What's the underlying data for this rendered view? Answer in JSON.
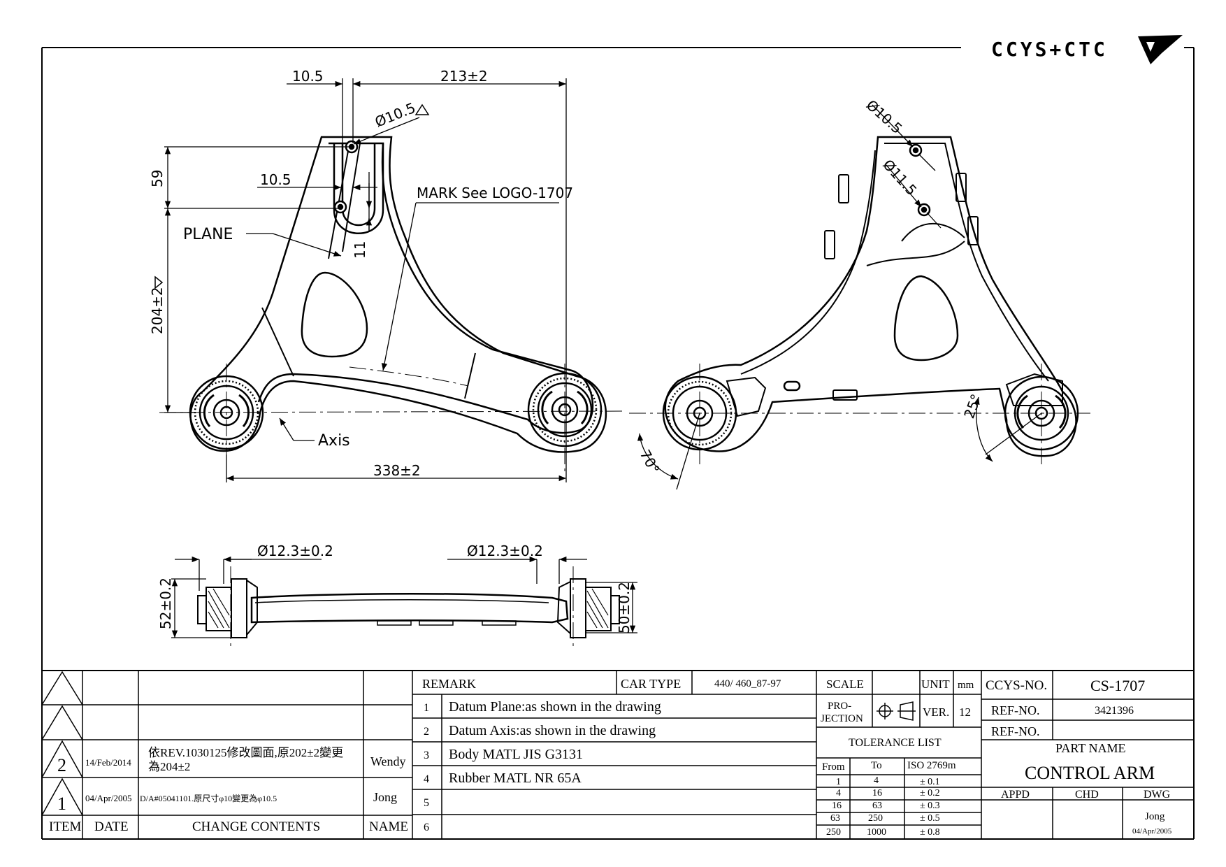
{
  "brand": {
    "logo_text": "CCYS+CTC"
  },
  "dimensions": {
    "d_10_5_top": "10.5",
    "d_213": "213±2",
    "d_phi10_5": "Ø10.5",
    "d_59": "59",
    "d_10_5_mid": "10.5",
    "d_11": "11",
    "d_204": "204±2",
    "d_338": "338±2",
    "d_phi12_3_left": "Ø12.3±0.2",
    "d_phi12_3_right": "Ø12.3±0.2",
    "d_52": "52±0.2",
    "d_50": "50±0.2",
    "d_phi10_5_right": "Ø10.5",
    "d_phi11_5": "Ø11.5",
    "d_70deg": "70°",
    "d_25deg": "25°"
  },
  "annotations": {
    "plane": "PLANE",
    "axis": "Axis",
    "mark": "MARK See LOGO-1707"
  },
  "revision_table": {
    "headers": {
      "item": "ITEM",
      "date": "DATE",
      "contents": "CHANGE CONTENTS",
      "name": "NAME"
    },
    "rows": [
      {
        "item": "",
        "date": "",
        "contents": "",
        "name": ""
      },
      {
        "item": "",
        "date": "",
        "contents": "",
        "name": ""
      },
      {
        "item": "2",
        "date": "14/Feb/2014",
        "contents_line1": "依REV.1030125修改圖面,原202±2變更",
        "contents_line2": "為204±2",
        "name": "Wendy"
      },
      {
        "item": "1",
        "date": "04/Apr/2005",
        "contents": "D/A#05041101.原尺寸φ10變更為φ10.5",
        "name": "Jong"
      }
    ]
  },
  "remark_table": {
    "remark_label": "REMARK",
    "car_type_label": "CAR TYPE",
    "car_type_value": "440/ 460_87-97",
    "rows": [
      {
        "no": "1",
        "text": "Datum Plane:as shown in the drawing"
      },
      {
        "no": "2",
        "text": "Datum Axis:as shown in the drawing"
      },
      {
        "no": "3",
        "text": "Body MATL JIS G3131"
      },
      {
        "no": "4",
        "text": "Rubber MATL NR 65A"
      },
      {
        "no": "5",
        "text": ""
      },
      {
        "no": "6",
        "text": ""
      }
    ]
  },
  "spec_table": {
    "scale_label": "SCALE",
    "unit_label": "UNIT",
    "unit_value": "mm",
    "projection_label_1": "PRO-",
    "projection_label_2": "JECTION",
    "ver_label": "VER.",
    "ver_value": "12",
    "tolerance_title": "TOLERANCE LIST",
    "tol_headers": {
      "from": "From",
      "to": "To",
      "std": "ISO 2769m"
    },
    "tol_rows": [
      {
        "from": "1",
        "to": "4",
        "tol": "± 0.1"
      },
      {
        "from": "4",
        "to": "16",
        "tol": "± 0.2"
      },
      {
        "from": "16",
        "to": "63",
        "tol": "± 0.3"
      },
      {
        "from": "63",
        "to": "250",
        "tol": "± 0.5"
      },
      {
        "from": "250",
        "to": "1000",
        "tol": "± 0.8"
      }
    ]
  },
  "title_block": {
    "ccys_label": "CCYS-NO.",
    "ccys_value": "CS-1707",
    "ref_label_1": "REF-NO.",
    "ref_value_1": "3421396",
    "ref_label_2": "REF-NO.",
    "ref_value_2": "",
    "part_name_label": "PART NAME",
    "part_name_value": "CONTROL ARM",
    "appd_label": "APPD",
    "chd_label": "CHD",
    "dwg_label": "DWG",
    "dwg_name": "Jong",
    "dwg_date": "04/Apr/2005"
  }
}
